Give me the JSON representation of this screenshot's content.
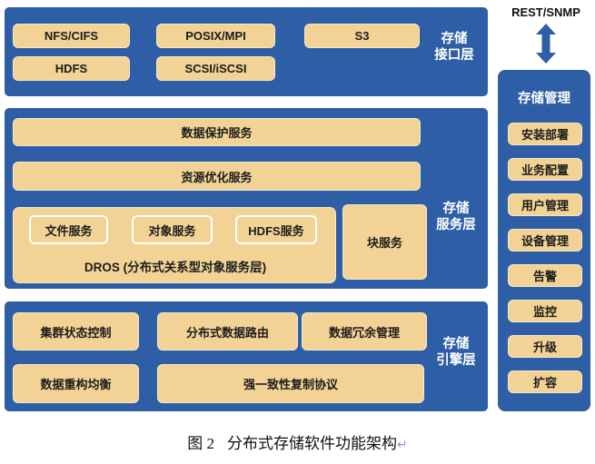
{
  "colors": {
    "layer_blue": "#2E5EA5",
    "box_tan": "#F2D395",
    "box_tan_border": "#F8E9C6",
    "label_white": "#FFFFFF",
    "box_text": "#1C1C1C",
    "caption_mark_blue": "#7B9BD8"
  },
  "interface_layer": {
    "label": [
      "存储",
      "接口层"
    ],
    "nfs": "NFS/CIFS",
    "posix": "POSIX/MPI",
    "s3": "S3",
    "hdfs": "HDFS",
    "scsi": "SCSI/iSCSI"
  },
  "service_layer": {
    "label": [
      "存储",
      "服务层"
    ],
    "data_protection": "数据保护服务",
    "resource_optimization": "资源优化服务",
    "dros": {
      "file": "文件服务",
      "object": "对象服务",
      "hdfs": "HDFS服务",
      "title": "DROS (分布式关系型对象服务层)"
    },
    "block": "块服务"
  },
  "engine_layer": {
    "label": [
      "存储",
      "引擎层"
    ],
    "cluster_state": "集群状态控制",
    "data_routing": "分布式数据路由",
    "redundancy": "数据冗余管理",
    "rebalance": "数据重构均衡",
    "replication": "强一致性复制协议"
  },
  "management": {
    "protocol": "REST/SNMP",
    "title": "存储管理",
    "items": [
      "安装部署",
      "业务配置",
      "用户管理",
      "设备管理",
      "告警",
      "监控",
      "升级",
      "扩容"
    ]
  },
  "caption": {
    "figure": "图 2",
    "text": "分布式存储软件功能架构",
    "mark": "↵"
  }
}
